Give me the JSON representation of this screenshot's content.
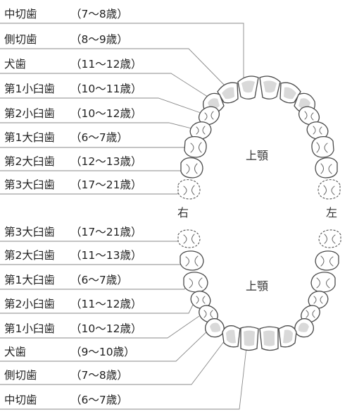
{
  "upper": {
    "jaw_label": "上顎",
    "teeth": [
      {
        "name": "中切歯",
        "age": "（7～8歳）"
      },
      {
        "name": "側切歯",
        "age": "（8～9歳）"
      },
      {
        "name": "犬歯",
        "age": "（11～12歳）"
      },
      {
        "name": "第1小臼歯",
        "age": "（10～11歳）"
      },
      {
        "name": "第2小臼歯",
        "age": "（10～12歳）"
      },
      {
        "name": "第1大臼歯",
        "age": "（6～7歳）"
      },
      {
        "name": "第2大臼歯",
        "age": "（12～13歳）"
      },
      {
        "name": "第3大臼歯",
        "age": "（17～21歳）"
      }
    ]
  },
  "lower": {
    "jaw_label": "上顎",
    "teeth": [
      {
        "name": "第3大臼歯",
        "age": "（17～21歳）"
      },
      {
        "name": "第2大臼歯",
        "age": "（11～13歳）"
      },
      {
        "name": "第1大臼歯",
        "age": "（6～7歳）"
      },
      {
        "name": "第2小臼歯",
        "age": "（11～12歳）"
      },
      {
        "name": "第1小臼歯",
        "age": "（10～12歳）"
      },
      {
        "name": "犬歯",
        "age": "（9～10歳）"
      },
      {
        "name": "側切歯",
        "age": "（7～8歳）"
      },
      {
        "name": "中切歯",
        "age": "（6～7歳）"
      }
    ]
  },
  "sides": {
    "right": "右",
    "left": "左"
  }
}
